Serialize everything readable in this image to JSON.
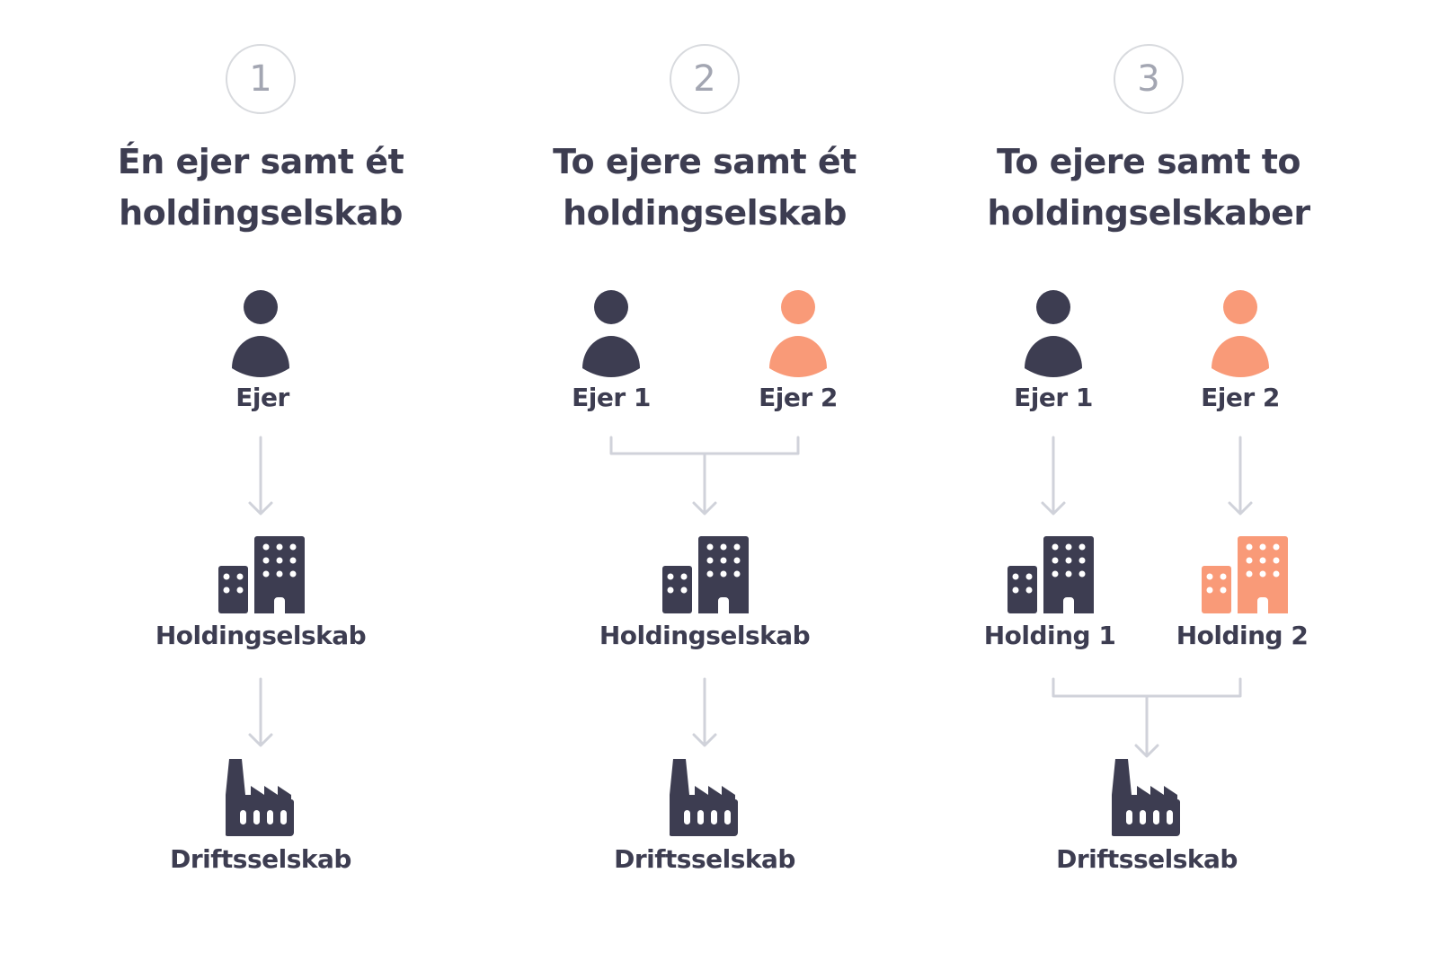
{
  "colors": {
    "dark": "#3d3d51",
    "accent": "#f99a78",
    "line": "#d0d2da",
    "step_circle": "#d8dade"
  },
  "columns": [
    {
      "step": "1",
      "title_line1": "Én ejer samt ét",
      "title_line2": "holdingselskab",
      "owners": [
        "Ejer"
      ],
      "holdings": [
        "Holdingselskab"
      ],
      "operating": "Driftsselskab"
    },
    {
      "step": "2",
      "title_line1": "To ejere samt ét",
      "title_line2": "holdingselskab",
      "owners": [
        "Ejer 1",
        "Ejer 2"
      ],
      "holdings": [
        "Holdingselskab"
      ],
      "operating": "Driftsselskab"
    },
    {
      "step": "3",
      "title_line1": "To ejere samt to",
      "title_line2": "holdingselskaber",
      "owners": [
        "Ejer 1",
        "Ejer 2"
      ],
      "holdings": [
        "Holding 1",
        "Holding 2"
      ],
      "operating": "Driftsselskab"
    }
  ]
}
